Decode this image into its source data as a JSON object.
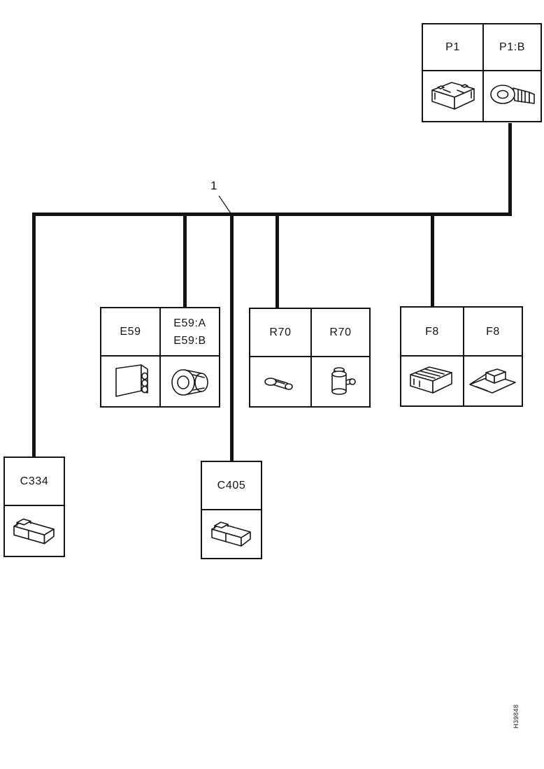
{
  "diagram": {
    "type": "wiring-harness-overview",
    "callout": {
      "label": "1"
    },
    "doc_id": "H39848",
    "colors": {
      "line": "#141414",
      "background": "#ffffff"
    },
    "boxes": {
      "p1": {
        "cells": {
          "left_label": "P1",
          "right_label": "P1:B"
        },
        "icons": [
          "battery-icon",
          "ring-terminal-icon"
        ]
      },
      "e59": {
        "cells": {
          "left_label": "E59",
          "right_label_line1": "E59:A",
          "right_label_line2": "E59:B"
        },
        "icons": [
          "control-module-icon",
          "motor-icon"
        ]
      },
      "r70": {
        "cells": {
          "left_label": "R70",
          "right_label": "R70"
        },
        "icons": [
          "sensor-icon",
          "pump-relay-icon"
        ]
      },
      "f8": {
        "cells": {
          "left_label": "F8",
          "right_label": "F8"
        },
        "icons": [
          "fuse-box-icon",
          "relay-bracket-icon"
        ]
      },
      "c334": {
        "cells": {
          "label": "C334"
        },
        "icons": [
          "connector-icon"
        ]
      },
      "c405": {
        "cells": {
          "label": "C405"
        },
        "icons": [
          "connector-icon"
        ]
      }
    }
  }
}
